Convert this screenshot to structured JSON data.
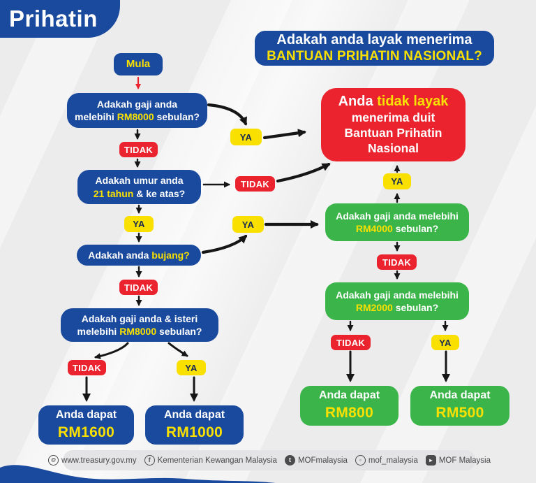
{
  "logo": {
    "text": "Prihatin"
  },
  "title": {
    "line1": "Adakah anda layak menerima",
    "line2": "BANTUAN PRIHATIN NASIONAL?"
  },
  "badges": {
    "ya": "YA",
    "tidak": "TIDAK"
  },
  "flow": {
    "start": "Mula",
    "q_gaji": {
      "line1": "Adakah gaji anda",
      "l2a": "melebihi ",
      "l2b": "RM8000",
      "l2c": " sebulan?"
    },
    "q_umur": {
      "line1": "Adakah umur anda",
      "l2a": "21 tahun",
      "l2b": " & ke atas?"
    },
    "q_bujang": {
      "l1a": "Adakah anda ",
      "l1b": "bujang?"
    },
    "q_gaji_isteri": {
      "line1": "Adakah gaji anda & isteri",
      "l2a": "melebihi ",
      "l2b": "RM8000",
      "l2c": " sebulan?"
    },
    "not_eligible": {
      "l1a": "Anda ",
      "l1b": "tidak layak",
      "line2": "menerima duit",
      "line3": "Bantuan Prihatin",
      "line4": "Nasional"
    },
    "q_rm4000": {
      "line1": "Adakah gaji anda melebihi",
      "l2a": "RM4000",
      "l2b": " sebulan?"
    },
    "q_rm2000": {
      "line1": "Adakah gaji anda melebihi",
      "l2a": "RM2000",
      "l2b": " sebulan?"
    },
    "result_1600": {
      "line1": "Anda dapat",
      "amount": "RM1600"
    },
    "result_1000": {
      "line1": "Anda dapat",
      "amount": "RM1000"
    },
    "result_800": {
      "line1": "Anda dapat",
      "amount": "RM800"
    },
    "result_500": {
      "line1": "Anda dapat",
      "amount": "RM500"
    }
  },
  "footer": {
    "items": [
      {
        "icon": "globe-icon",
        "label": "www.treasury.gov.my"
      },
      {
        "icon": "facebook-icon",
        "label": "Kementerian Kewangan Malaysia"
      },
      {
        "icon": "twitter-icon",
        "label": "MOFmalaysia"
      },
      {
        "icon": "instagram-icon",
        "label": "mof_malaysia"
      },
      {
        "icon": "youtube-icon",
        "label": "MOF Malaysia"
      }
    ]
  },
  "colors": {
    "blue": "#1a4a9d",
    "red": "#ea232e",
    "yellow": "#f9e000",
    "green": "#3bb54a"
  }
}
